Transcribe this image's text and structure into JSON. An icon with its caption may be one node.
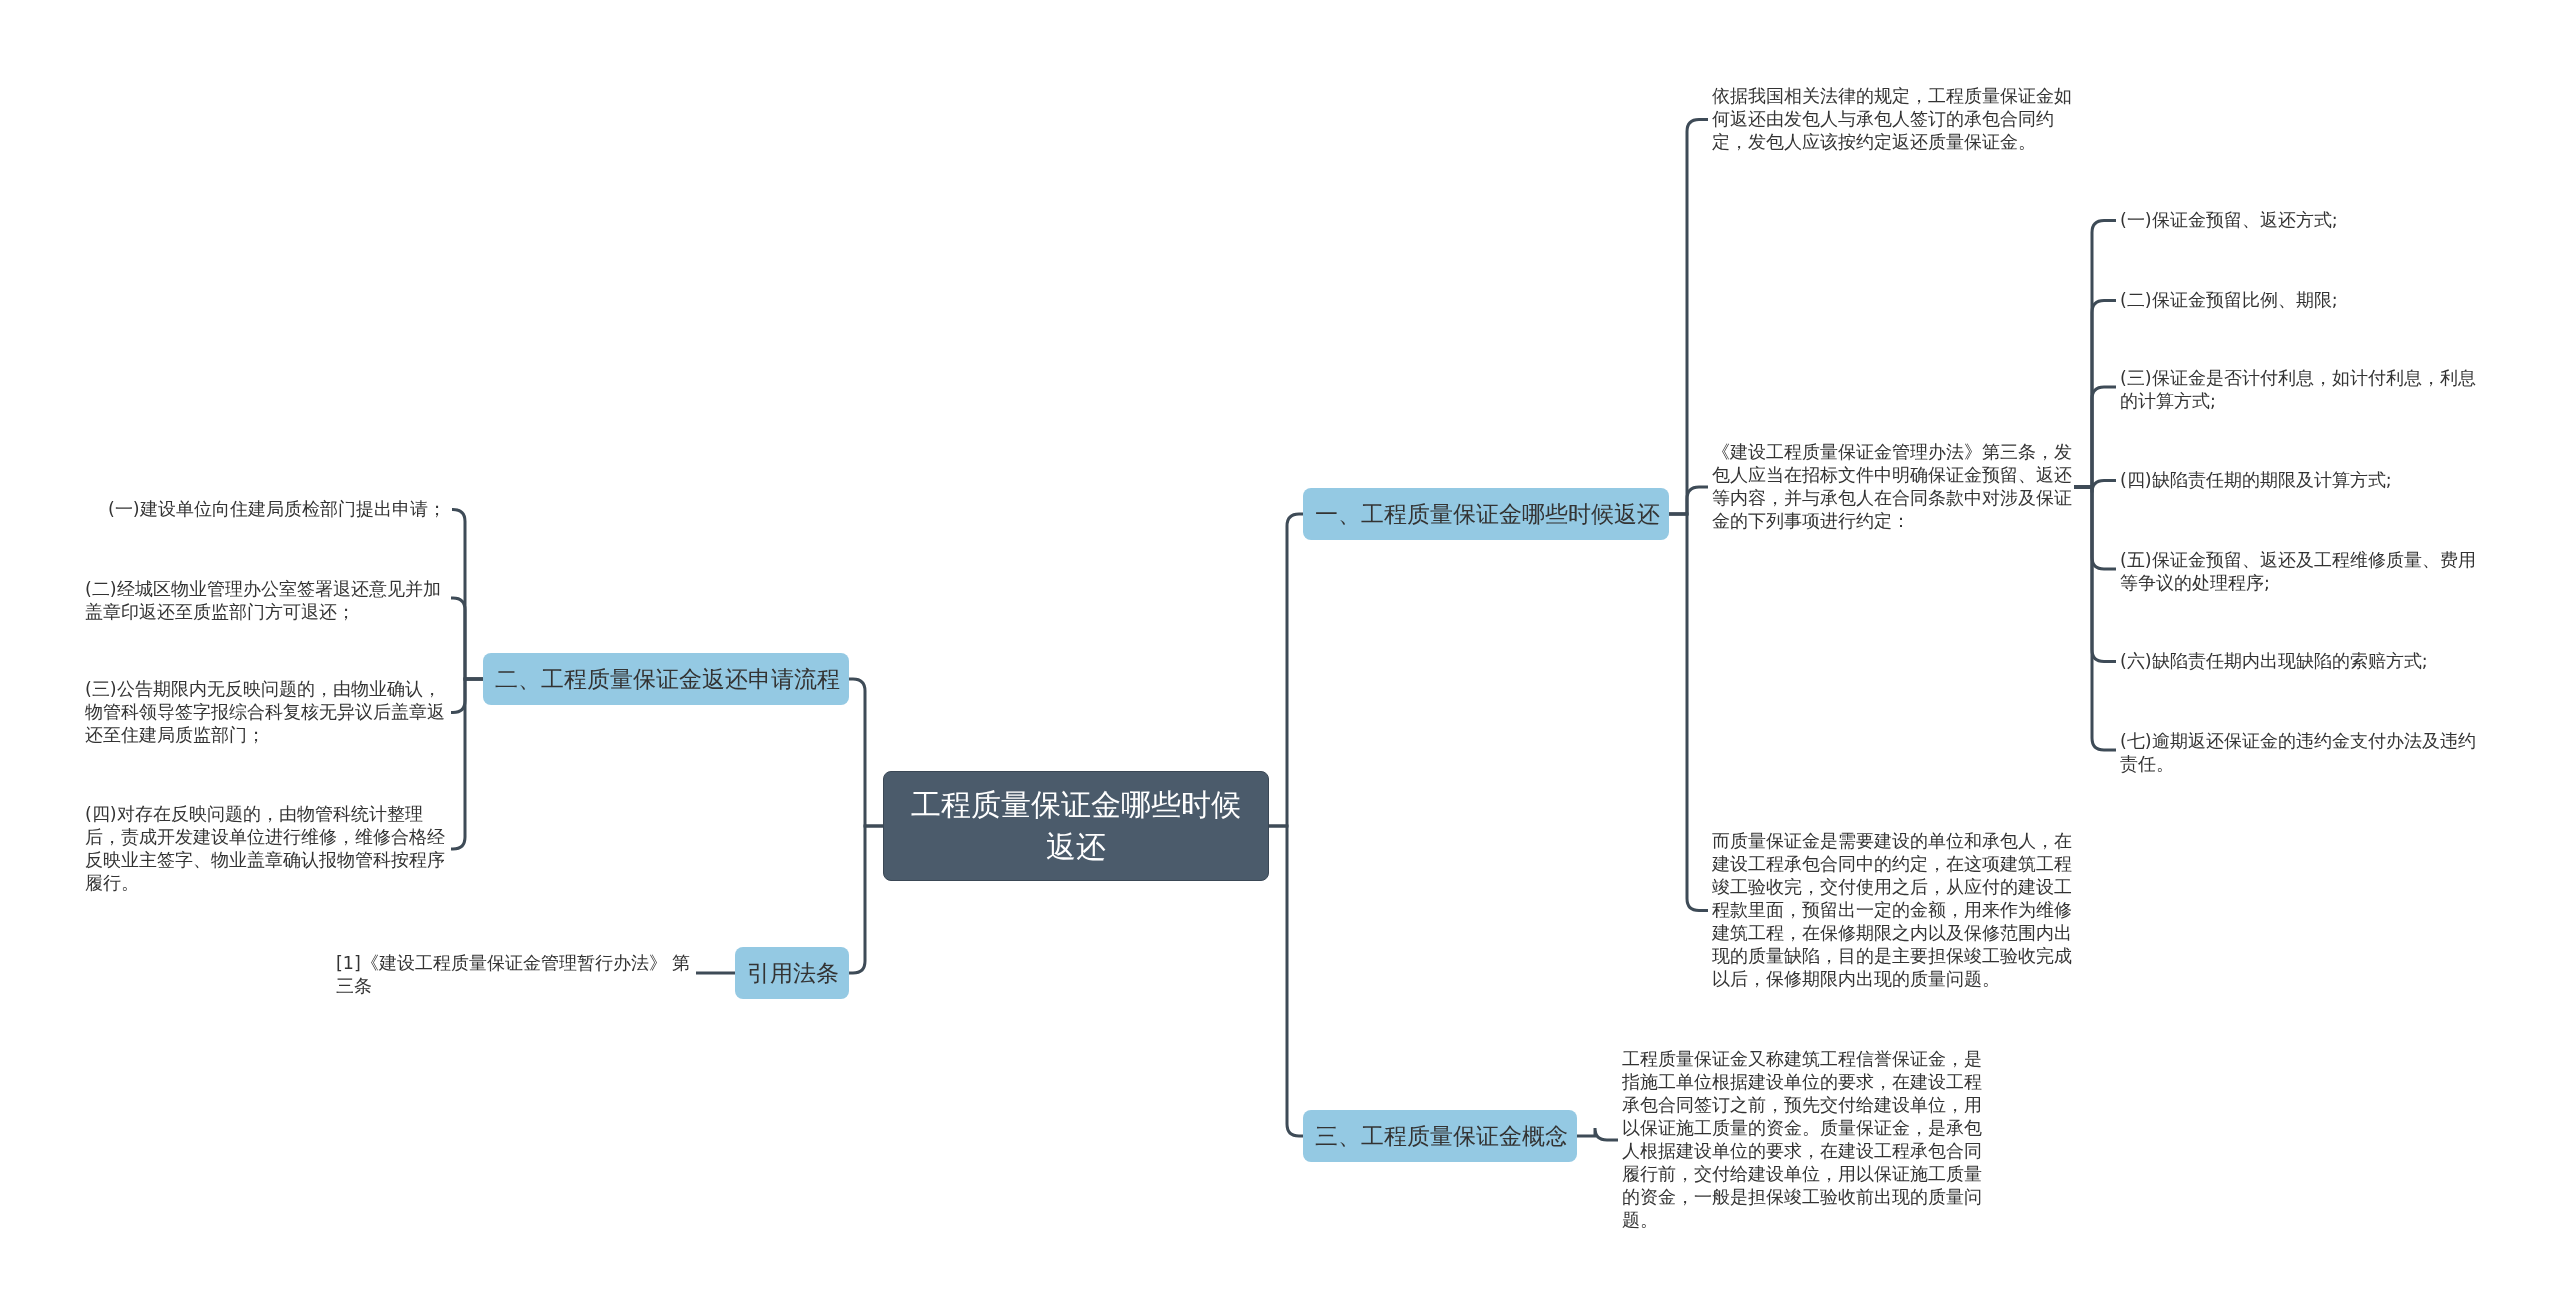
{
  "diagram": {
    "nodes": [
      {
        "text": [
          "工程质量保证金哪些时候返还"
        ]
      },
      {
        "text": [
          "一、工程质量保证金哪些时候返还"
        ]
      },
      {
        "text": [
          "依据我国相关法律的规定，工程质量保证金如何返还由发包人与承包人签订的承包合同约定，发包人应该按约定返还质量保证金。"
        ]
      },
      {
        "text": [
          "《建设工程质量保证金管理办法》第三条，发包人应当在招标文件中明确保证金预留、返还等内容，并与承包人在合同条款中对涉及保证金的下列事项进行约定："
        ]
      },
      {
        "text": [
          "(一)保证金预留、返还方式;"
        ]
      },
      {
        "text": [
          "(二)保证金预留比例、期限;"
        ]
      },
      {
        "text": [
          "(三)保证金是否计付利息，如计付利息，利息的计算方式;"
        ]
      },
      {
        "text": [
          "(四)缺陷责任期的期限及计算方式;"
        ]
      },
      {
        "text": [
          "(五)保证金预留、返还及工程维修质量、费用等争议的处理程序;"
        ]
      },
      {
        "text": [
          "(六)缺陷责任期内出现缺陷的索赔方式;"
        ]
      },
      {
        "text": [
          "(七)逾期返还保证金的违约金支付办法及违约责任。"
        ]
      },
      {
        "text": [
          "而质量保证金是需要建设的单位和承包人，在建设工程承包合同中的约定，在这项建筑工程竣工验收完，交付使用之后，从应付的建设工程款里面，预留出一定的金额，用来作为维修建筑工程，在保修期限之内以及保修范围内出现的质量缺陷，目的是主要担保竣工验收完成以后，保修期限内出现的质量问题。"
        ]
      },
      {
        "text": [
          "三、工程质量保证金概念"
        ]
      },
      {
        "text": [
          "工程质量保证金又称建筑工程信誉保证金，是指施工单位根据建设单位的要求，在建设工程承包合同签订之前，预先交付给建设单位，用以保证施工质量的资金。质量保证金，是承包人根据建设单位的要求，在建设工程承包合同履行前，交付给建设单位，用以保证施工质量的资金，一般是担保竣工验收前出现的质量问题。"
        ]
      },
      {
        "text": [
          "二、工程质量保证金返还申请流程"
        ]
      },
      {
        "text": [
          "(一)建设单位向住建局质检部门提出申请；"
        ]
      },
      {
        "text": [
          "(二)经城区物业管理办公室签署退还意见并加盖章印返还至质监部门方可退还；"
        ]
      },
      {
        "text": [
          "(三)公告期限内无反映问题的，由物业确认，物管科领导签字报综合科复核无异议后盖章返还至住建局质监部门；"
        ]
      },
      {
        "text": [
          "(四)对存在反映问题的，由物管科统计整理后，责成开发建设单位进行维修，维修合格经反映业主签字、物业盖章确认报物管科按程序履行。"
        ]
      },
      {
        "text": [
          "引用法条"
        ]
      },
      {
        "text": [
          "[1]《建设工程质量保证金管理暂行办法》 第三条"
        ]
      }
    ],
    "edges": [
      {
        "from": 0,
        "to": 1,
        "arrow": "none"
      },
      {
        "from": 1,
        "to": 2,
        "arrow": "none"
      },
      {
        "from": 1,
        "to": 3,
        "arrow": "none"
      },
      {
        "from": 3,
        "to": 4,
        "arrow": "none"
      },
      {
        "from": 3,
        "to": 5,
        "arrow": "none"
      },
      {
        "from": 3,
        "to": 6,
        "arrow": "none"
      },
      {
        "from": 3,
        "to": 7,
        "arrow": "none"
      },
      {
        "from": 3,
        "to": 8,
        "arrow": "none"
      },
      {
        "from": 3,
        "to": 9,
        "arrow": "none"
      },
      {
        "from": 3,
        "to": 10,
        "arrow": "none"
      },
      {
        "from": 1,
        "to": 11,
        "arrow": "none"
      },
      {
        "from": 0,
        "to": 12,
        "arrow": "none"
      },
      {
        "from": 12,
        "to": 13,
        "arrow": "none"
      },
      {
        "from": 0,
        "to": 14,
        "arrow": "none"
      },
      {
        "from": 14,
        "to": 15,
        "arrow": "none"
      },
      {
        "from": 14,
        "to": 16,
        "arrow": "none"
      },
      {
        "from": 14,
        "to": 17,
        "arrow": "none"
      },
      {
        "from": 14,
        "to": 18,
        "arrow": "none"
      },
      {
        "from": 0,
        "to": 19,
        "arrow": "none"
      },
      {
        "from": 19,
        "to": 20,
        "arrow": "none"
      }
    ]
  }
}
